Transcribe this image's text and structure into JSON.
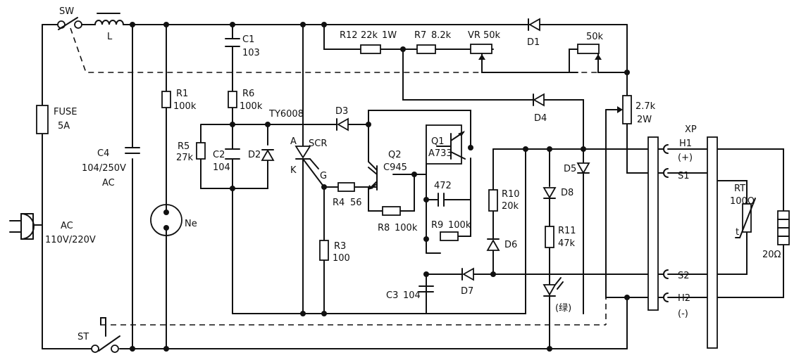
{
  "labels": {
    "sw": "SW",
    "l": "L",
    "fuse": "FUSE",
    "fuse_rating": "5A",
    "c4": "C4",
    "c4_value": "104/250V",
    "c4_type": "AC",
    "ac": "AC",
    "ac_voltage": "110V/220V",
    "st": "ST",
    "c1": "C1",
    "c1_value": "103",
    "r1": "R1",
    "r1_value": "100k",
    "ne": "Ne",
    "r6": "R6",
    "r6_value": "100k",
    "r5": "R5",
    "r5_value": "27k",
    "c2": "C2",
    "c2_value": "104",
    "d2": "D2",
    "ty6008": "TY6008",
    "anode": "A",
    "cathode": "K",
    "gate": "G",
    "scr": "SCR",
    "d3": "D3",
    "r12": "R12",
    "r12_value": "22k",
    "r12_power": "1W",
    "r7": "R7",
    "r7_value": "8.2k",
    "vr": "VR",
    "vr_value": "50k",
    "d1": "D1",
    "pot2_value": "50k",
    "d4": "D4",
    "r27": "2.7k",
    "r27_power": "2W",
    "q1": "Q1",
    "q1_type": "A733",
    "q2": "Q2",
    "q2_type": "C945",
    "r4": "R4",
    "r4_value": "56",
    "r8": "R8",
    "r8_value": "100k",
    "r3": "R3",
    "r3_value": "100",
    "c472": "472",
    "r9": "R9",
    "r9_value": "100k",
    "c3": "C3",
    "c3_value": "104",
    "d7": "D7",
    "r10": "R10",
    "r10_value": "20k",
    "d6": "D6",
    "d8": "D8",
    "r11": "R11",
    "r11_value": "47k",
    "green": "(绿)",
    "d5": "D5",
    "xp": "XP",
    "h1": "H1",
    "h1_pol": "(+)",
    "s1": "S1",
    "s2": "S2",
    "h2": "H2",
    "h2_pol": "(-)",
    "rt": "RT",
    "rt_value": "100Ω",
    "t": "t",
    "heater": "20Ω"
  }
}
